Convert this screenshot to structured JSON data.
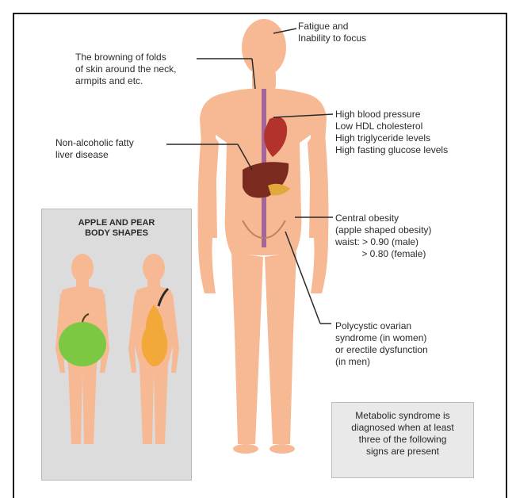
{
  "labels": {
    "fatigue": [
      "Fatigue and",
      "Inability to focus"
    ],
    "skin": [
      "The browning of folds",
      "of skin around the neck,",
      "armpits and etc."
    ],
    "blood": [
      "High blood pressure",
      "Low HDL cholesterol",
      "High triglyceride levels",
      "High fasting glucose levels"
    ],
    "liver": [
      "Non-alcoholic fatty",
      "liver disease"
    ],
    "obesity": [
      "Central obesity",
      "(apple shaped obesity)",
      "waist: > 0.90 (male)",
      "          > 0.80 (female)"
    ],
    "ovarian": [
      "Polycystic ovarian",
      "syndrome (in women)",
      "or erectile dysfunction",
      "(in men)"
    ]
  },
  "panel": {
    "title": [
      "APPLE AND PEAR",
      "BODY SHAPES"
    ]
  },
  "note": [
    "Metabolic syndrome is",
    "diagnosed  when at least",
    "three of the following",
    "signs are present"
  ],
  "colors": {
    "skin": "#f7b894",
    "skin_shade": "#e59a76",
    "apple": "#7cc843",
    "pear": "#f2a93a",
    "liver": "#7a2a1e",
    "heart": "#b3322b",
    "pancreas": "#e1a93b",
    "vessel": "#8a4a9a"
  }
}
